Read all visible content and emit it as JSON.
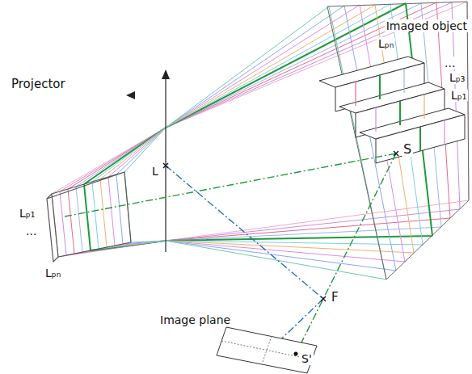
{
  "diagram": {
    "labels": [
      "Imaged object",
      "Lₚₙ",
      "...",
      "Lₚ₃",
      "Lₚ₁",
      "Projector",
      "Lₚ₁",
      "...",
      "Lₚₙ",
      "L",
      "S",
      "F",
      "Image plane",
      "S'"
    ]
  }
}
